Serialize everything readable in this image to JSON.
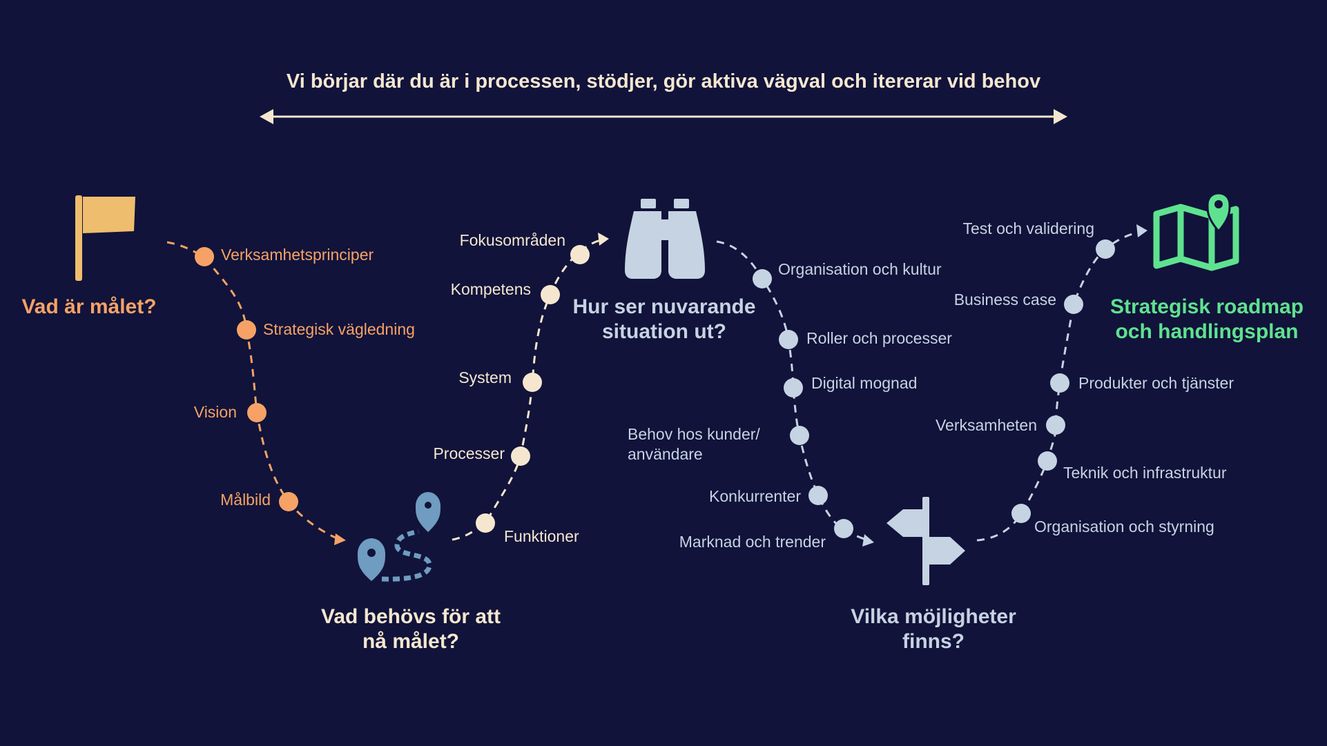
{
  "headline": "Vi börjar där du är i processen, stödjer, gör aktiva vägval och itererar vid behov",
  "colors": {
    "background": "#11133a",
    "orange": "#f6a266",
    "flag": "#efbd6e",
    "cream": "#f5e7cf",
    "steel": "#c6d3e2",
    "pin_blue": "#6f9cc0",
    "green": "#5fe28f"
  },
  "steps": [
    {
      "title": "Vad är målet?",
      "icon": "flag-icon"
    },
    {
      "title_lines": [
        "Vad behövs för att",
        "nå målet?"
      ],
      "icon": "route-pins-icon"
    },
    {
      "title_lines": [
        "Hur ser nuvarande",
        "situation ut?"
      ],
      "icon": "binoculars-icon"
    },
    {
      "title_lines": [
        "Vilka möjligheter",
        "finns?"
      ],
      "icon": "signpost-icon"
    },
    {
      "title_lines": [
        "Strategisk roadmap",
        "och handlingsplan"
      ],
      "icon": "map-pin-icon"
    }
  ],
  "segments": [
    {
      "items": [
        "Verksamhetsprinciper",
        "Strategisk vägledning",
        "Vision",
        "Målbild"
      ]
    },
    {
      "items": [
        "Fokusområden",
        "Kompetens",
        "System",
        "Processer",
        "Funktioner"
      ]
    },
    {
      "items": [
        "Organisation och kultur",
        "Roller och processer",
        "Digital mognad",
        "Behov hos kunder/",
        "användare",
        "Konkurrenter",
        "Marknad och trender"
      ]
    },
    {
      "items": [
        "Test och validering",
        "Business case",
        "Produkter och tjänster",
        "Verksamheten",
        "Teknik och infrastruktur",
        "Organisation och styrning"
      ]
    }
  ]
}
